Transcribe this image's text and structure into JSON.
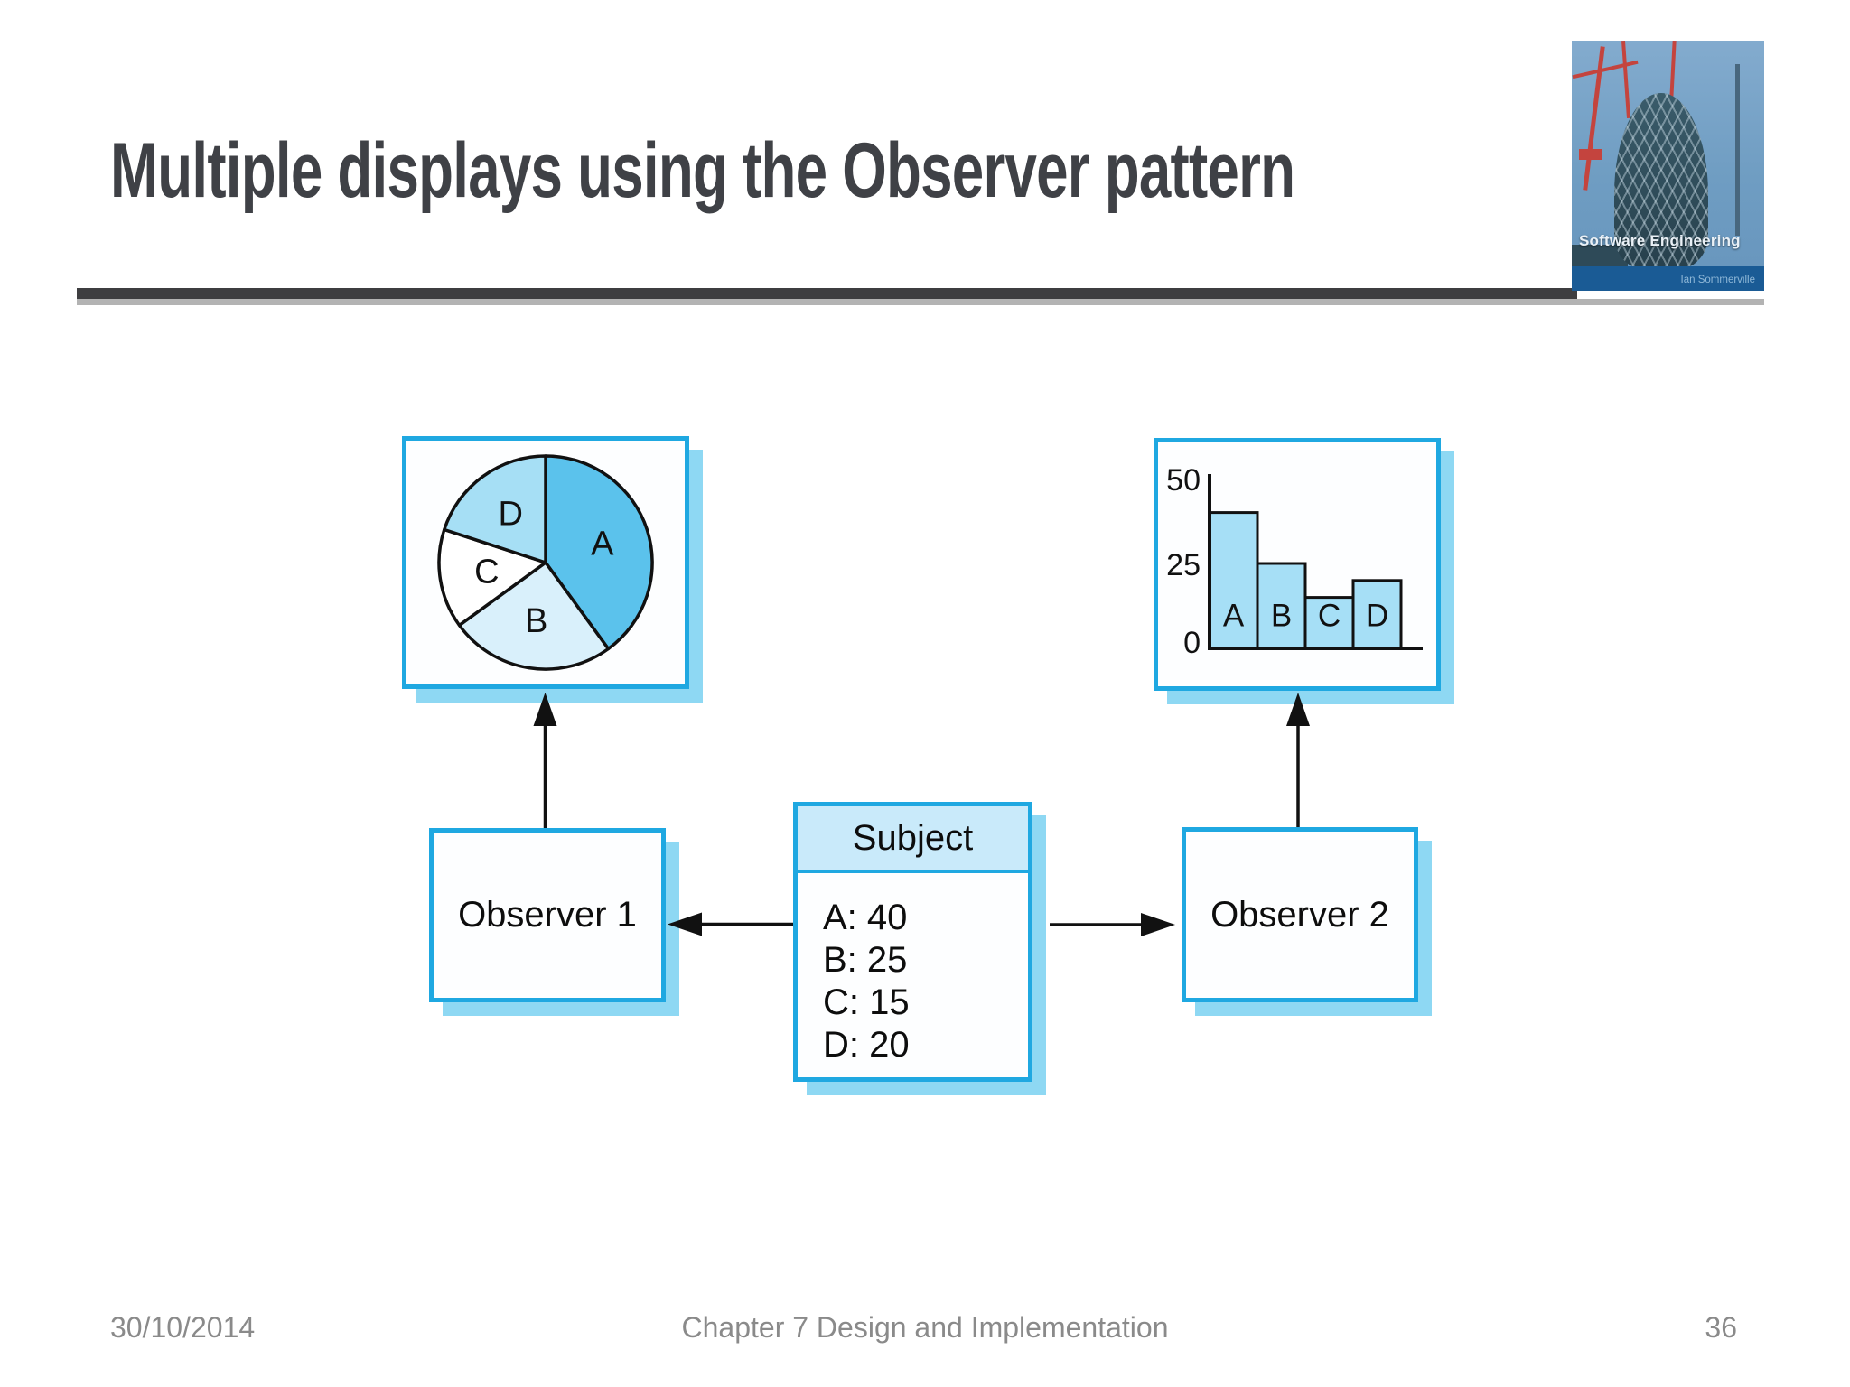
{
  "slide": {
    "title": "Multiple displays using the Observer pattern",
    "footer": {
      "date": "30/10/2014",
      "chapter": "Chapter 7 Design and Implementation",
      "page": "36"
    }
  },
  "logo": {
    "title": "Software Engineering",
    "author": "Ian Sommerville"
  },
  "diagram": {
    "observer1_label": "Observer 1",
    "observer2_label": "Observer 2",
    "subject": {
      "title": "Subject",
      "entries": [
        "A: 40",
        "B: 25",
        "C: 15",
        "D: 20"
      ]
    }
  },
  "colors": {
    "box_border": "#1FA8E1",
    "box_shadow": "#8ED8F3",
    "subject_header": "#C9EAFA",
    "title_text": "#3F4146",
    "footer_text": "#8A8A8A",
    "rule_dark": "#3E3E40",
    "rule_light": "#B3B3B3",
    "arrow": "#111111"
  },
  "chart_data": [
    {
      "type": "pie",
      "labels": [
        "A",
        "B",
        "C",
        "D"
      ],
      "values": [
        40,
        25,
        15,
        20
      ],
      "colors": [
        "#5BC2EC",
        "#D9F0FB",
        "#FFFFFF",
        "#A6DFF5"
      ],
      "start_angle_deg": 0,
      "direction": "clockwise",
      "legend": "none"
    },
    {
      "type": "bar",
      "categories": [
        "A",
        "B",
        "C",
        "D"
      ],
      "values": [
        40,
        25,
        15,
        20
      ],
      "yticks": [
        0,
        25,
        50
      ],
      "ylim": [
        0,
        50
      ],
      "bar_color": "#A6DFF6",
      "grid": "off",
      "legend": "none"
    }
  ]
}
